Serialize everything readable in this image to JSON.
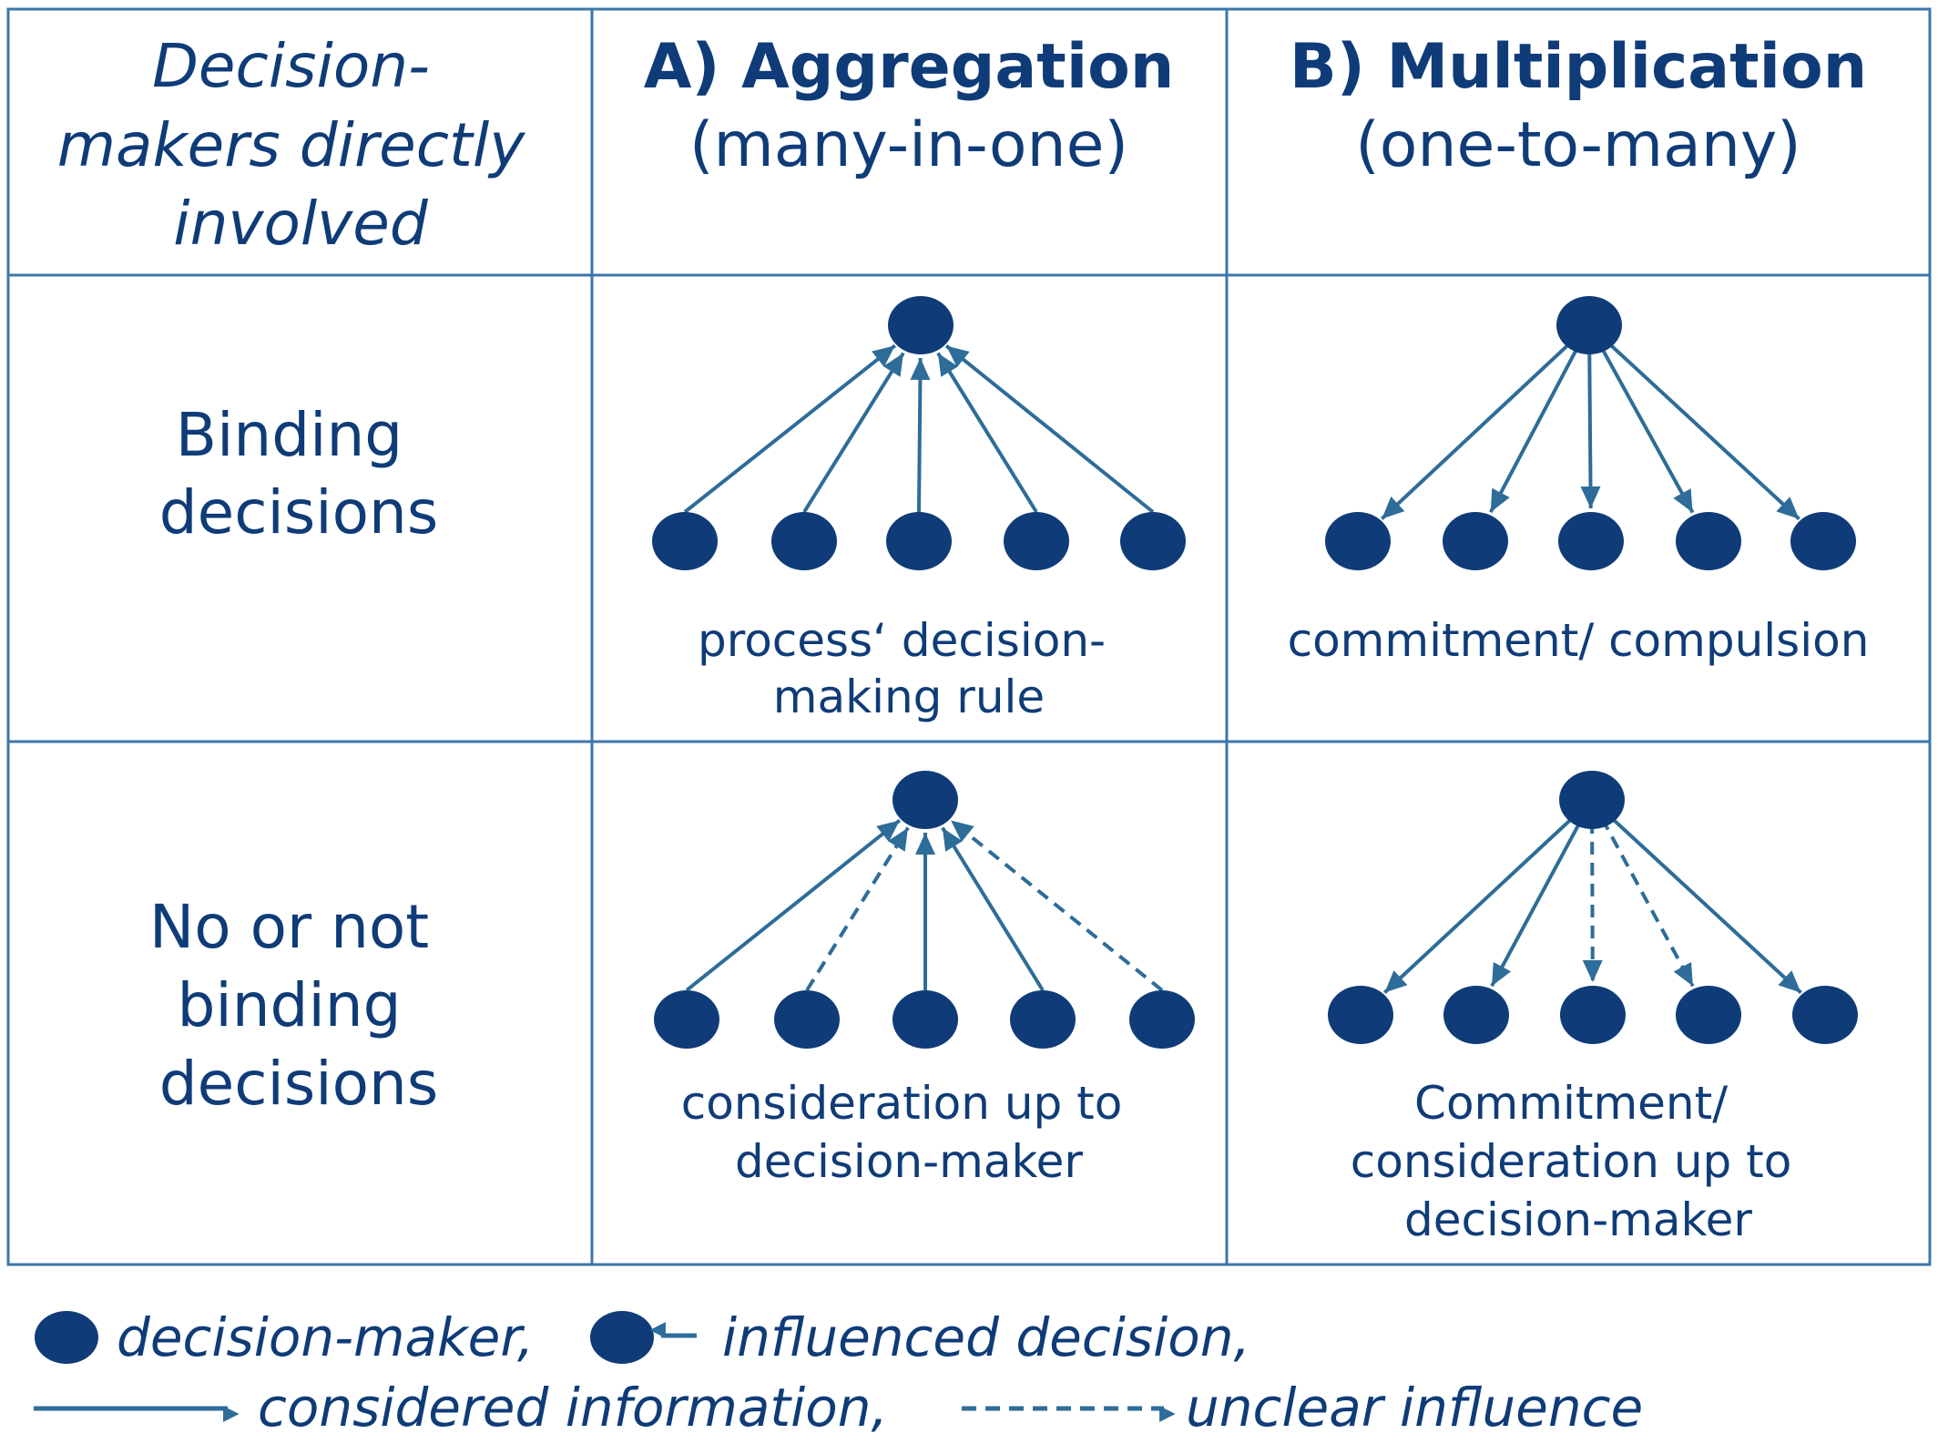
{
  "colors": {
    "node": "#0f3c78",
    "arrow": "#2e6c99",
    "grid": "#3b76aa",
    "text": "#0f3c78"
  },
  "header": {
    "corner": [
      "Decision-",
      "makers directly",
      "involved"
    ],
    "col_a_title": "A) Aggregation",
    "col_a_sub": "(many-in-one)",
    "col_b_title": "B) Multiplication",
    "col_b_sub": "(one-to-many)"
  },
  "rows": [
    {
      "label": [
        "Binding",
        "decisions"
      ],
      "a_caption": [
        "process‘ decision-",
        "making rule"
      ],
      "b_caption": [
        "commitment/ compulsion"
      ],
      "a_dashed": [
        false,
        false,
        false,
        false,
        false
      ],
      "b_dashed": [
        false,
        false,
        false,
        false,
        false
      ]
    },
    {
      "label": [
        "No or not",
        "binding",
        "decisions"
      ],
      "a_caption": [
        "consideration up to",
        "decision-maker"
      ],
      "b_caption": [
        "Commitment/",
        "consideration up to",
        "decision-maker"
      ],
      "a_dashed": [
        false,
        true,
        false,
        false,
        true
      ],
      "b_dashed": [
        false,
        false,
        true,
        true,
        false
      ]
    }
  ],
  "legend": {
    "decision_maker": "decision-maker,",
    "influenced_decision": "influenced decision,",
    "considered_information": "considered information,",
    "unclear_influence": "unclear influence",
    "icons": [
      "decision-maker-node-icon",
      "influenced-decision-icon",
      "solid-arrow-icon",
      "dashed-arrow-icon"
    ]
  }
}
